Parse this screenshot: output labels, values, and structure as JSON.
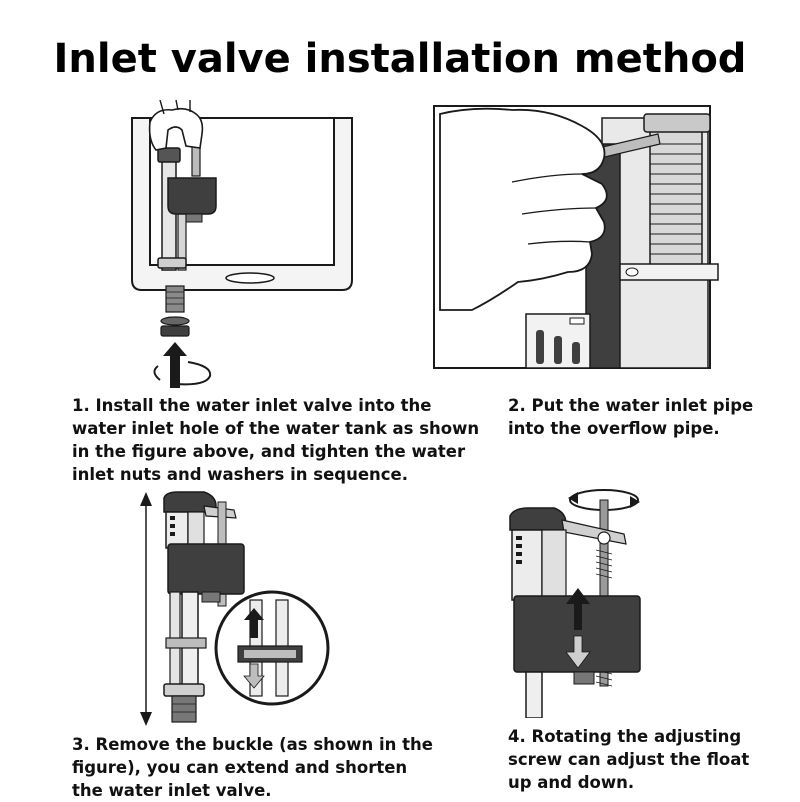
{
  "title": "Inlet valve installation method",
  "steps": [
    {
      "text": "1. Install the water inlet valve into the water inlet hole of the water tank as shown in the figure above, and tighten the water inlet nuts and washers in sequence."
    },
    {
      "text": "2. Put the water inlet pipe into the overflow pipe."
    },
    {
      "text": "3. Remove the buckle (as shown in the figure), you can extend and shorten the water inlet valve."
    },
    {
      "text": "4. Rotating the adjusting screw can adjust the float up and down."
    }
  ],
  "colors": {
    "ink": "#1a1a1a",
    "float_gray": "#3f3f3f",
    "light_gray": "#bdbdbd",
    "pipe_gray": "#e0e0e0"
  }
}
